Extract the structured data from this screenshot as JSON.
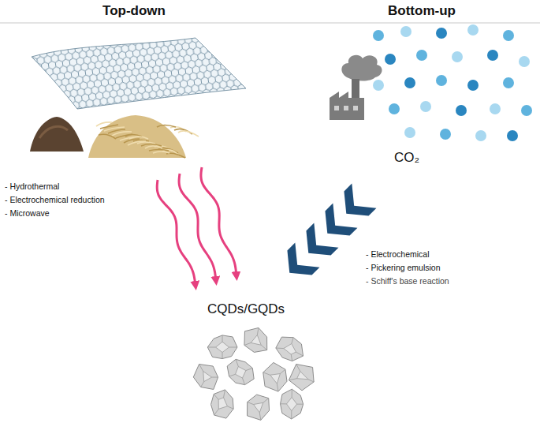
{
  "diagram": {
    "labels": [
      "Top-down",
      "Bottom-up",
      "CO₂",
      "- Hydrothermal",
      "- Electrochemical reduction",
      "- Microwave",
      "- Electrochemical",
      "- Pickering emulsion",
      "- Schiff's base reaction",
      "CQDs/GQDs"
    ]
  }
}
